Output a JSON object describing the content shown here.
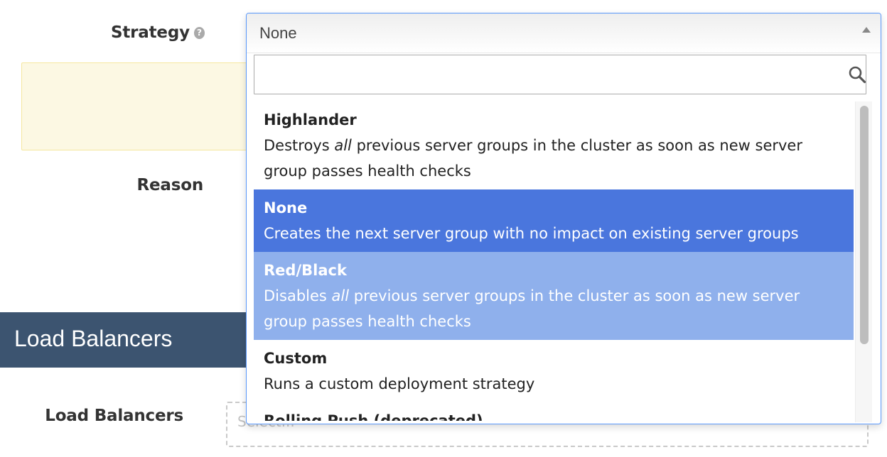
{
  "form": {
    "strategy_label": "Strategy",
    "help_glyph": "?",
    "reason_label": "Reason"
  },
  "section": {
    "title": "Load Balancers"
  },
  "load_balancers": {
    "label": "Load Balancers",
    "placeholder": "Select..."
  },
  "dropdown": {
    "selected": "None",
    "search_value": "",
    "options": [
      {
        "title": "Highlander",
        "desc_pre": "Destroys ",
        "desc_em": "all",
        "desc_post": " previous server groups in the cluster as soon as new server group passes health checks",
        "state": "normal"
      },
      {
        "title": "None",
        "desc_pre": "Creates the next server group with no impact on existing server groups",
        "desc_em": "",
        "desc_post": "",
        "state": "active"
      },
      {
        "title": "Red/Black",
        "desc_pre": "Disables ",
        "desc_em": "all",
        "desc_post": " previous server groups in the cluster as soon as new server group passes health checks",
        "state": "hover"
      },
      {
        "title": "Custom",
        "desc_pre": "Runs a custom deployment strategy",
        "desc_em": "",
        "desc_post": "",
        "state": "normal"
      },
      {
        "title": "Rolling Push (deprecated)",
        "desc_pre": "",
        "desc_em": "",
        "desc_post": "",
        "state": "normal"
      }
    ]
  },
  "colors": {
    "active_option": "#4a76dd",
    "hover_option": "#8fb0ec",
    "section_header": "#3c5470",
    "focus_border": "#5897fb"
  },
  "icons": {
    "help": "question-circle-icon",
    "search": "search-icon",
    "caret": "caret-up-icon"
  }
}
